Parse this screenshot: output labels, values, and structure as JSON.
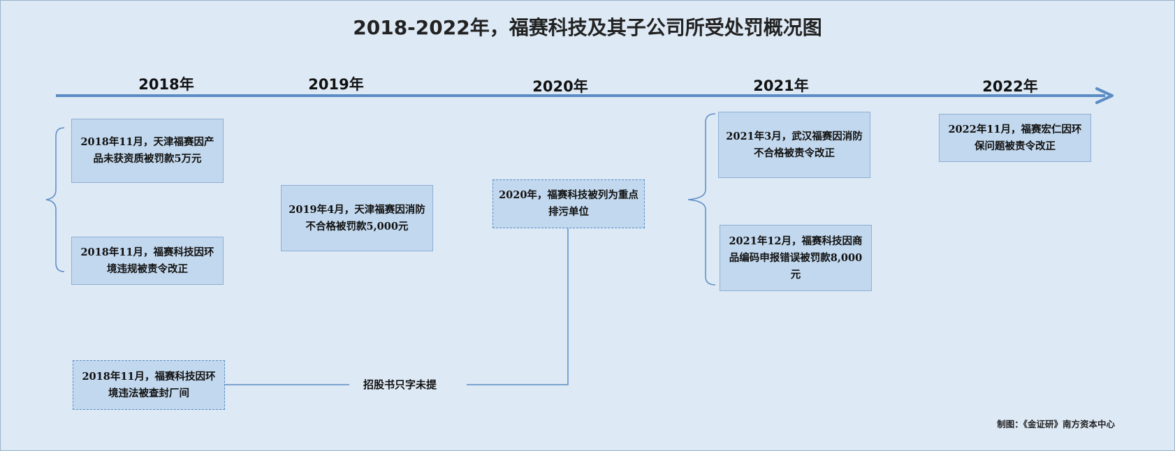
{
  "title": "2018-2022年，福赛科技及其子公司所受处罚概况图",
  "years": [
    "2018年",
    "2019年",
    "2020年",
    "2021年",
    "2022年"
  ],
  "events": [
    {
      "id": "2018-a",
      "text": "2018年11月，天津福赛因产品未获资质被罚款5万元"
    },
    {
      "id": "2018-b",
      "text": "2018年11月，福赛科技因环境违规被责令改正"
    },
    {
      "id": "2018-c",
      "text": "2018年11月，福赛科技因环境违法被查封厂间"
    },
    {
      "id": "2019-a",
      "text": "2019年4月，天津福赛因消防不合格被罚款5,000元"
    },
    {
      "id": "2020-a",
      "text": "2020年，福赛科技被列为重点排污单位"
    },
    {
      "id": "2021-a",
      "text": "2021年3月，武汉福赛因消防不合格被责令改正"
    },
    {
      "id": "2021-b",
      "text": "2021年12月，福赛科技因商品编码申报错误被罚款8,000元"
    },
    {
      "id": "2022-a",
      "text": "2022年11月，福赛宏仁因环保问题被责令改正"
    }
  ],
  "note": "招股书只字未提",
  "credit": "制图：《金证研》南方资本中心",
  "colors": {
    "background": "#dde9f5",
    "box_fill": "#c2d8ee",
    "box_border": "#8fb0d2",
    "dashed_border": "#5b8cc4",
    "arrow": "#5b8cc4",
    "line": "#5b8cc4"
  }
}
